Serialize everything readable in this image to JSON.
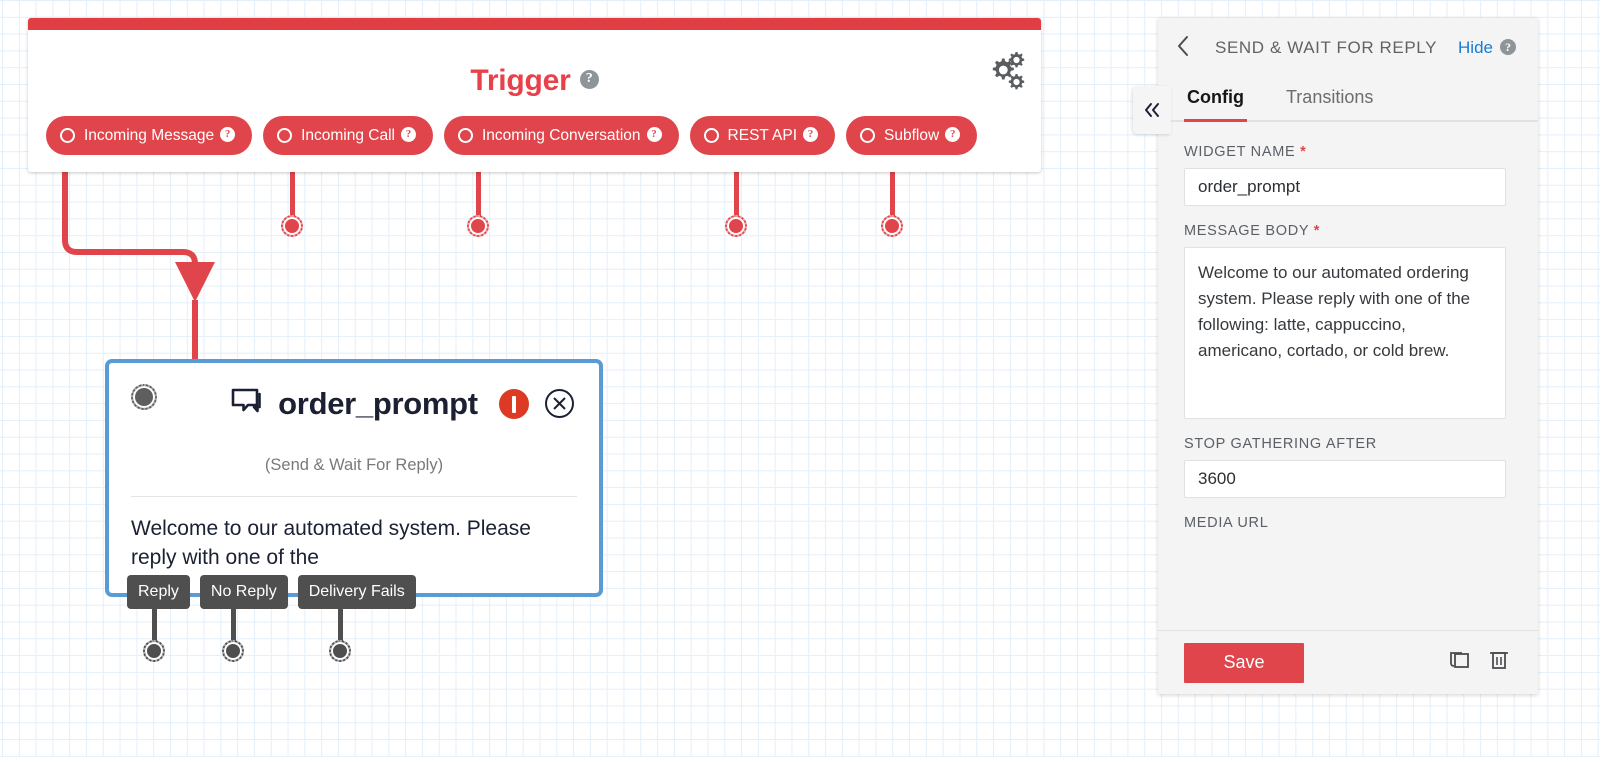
{
  "canvas": {
    "grid": true,
    "grid_color": "#e3effa",
    "background": "#ffffff"
  },
  "trigger_card": {
    "title": "Trigger",
    "help_icon": "help-circle-icon",
    "settings_icon": "gears-icon",
    "accent_color": "#e0454b",
    "triggers": [
      {
        "label": "Incoming Message",
        "help": "?"
      },
      {
        "label": "Incoming Call",
        "help": "?"
      },
      {
        "label": "Incoming Conversation",
        "help": "?"
      },
      {
        "label": "REST API",
        "help": "?"
      },
      {
        "label": "Subflow",
        "help": "?"
      }
    ]
  },
  "widget": {
    "name": "order_prompt",
    "subtitle": "(Send & Wait For Reply)",
    "body_preview": "Welcome to our automated system. Please reply with one of the",
    "icons": {
      "type_icon": "chat-bubble-icon",
      "error_icon": "error-exclamation-icon",
      "close_icon": "close-circle-icon",
      "node_handle": "node-connector-dot"
    },
    "border_color": "#5b9bd5",
    "transitions": [
      {
        "label": "Reply"
      },
      {
        "label": "No Reply"
      },
      {
        "label": "Delivery Fails"
      }
    ]
  },
  "panel": {
    "collapse_icon": "double-chevron-left-icon",
    "back_icon": "chevron-left-icon",
    "title": "SEND & WAIT FOR REPLY",
    "hide_label": "Hide",
    "help_icon": "help-circle-icon",
    "tabs": [
      {
        "label": "Config",
        "active": true
      },
      {
        "label": "Transitions",
        "active": false
      }
    ],
    "fields": [
      {
        "label": "WIDGET NAME",
        "required": true,
        "value": "order_prompt",
        "type": "text"
      },
      {
        "label": "MESSAGE BODY",
        "required": true,
        "value": "Welcome to our automated ordering system. Please reply with one of the following: latte, cappuccino, americano, cortado, or cold brew.",
        "type": "textarea"
      },
      {
        "label": "STOP GATHERING AFTER",
        "required": false,
        "value": "3600",
        "type": "text"
      },
      {
        "label": "MEDIA URL",
        "required": false,
        "value": "",
        "type": "text"
      }
    ],
    "footer": {
      "save_label": "Save",
      "duplicate_icon": "duplicate-icon",
      "delete_icon": "trash-icon"
    },
    "accent_color": "#e0454b",
    "link_color": "#197bd2"
  }
}
